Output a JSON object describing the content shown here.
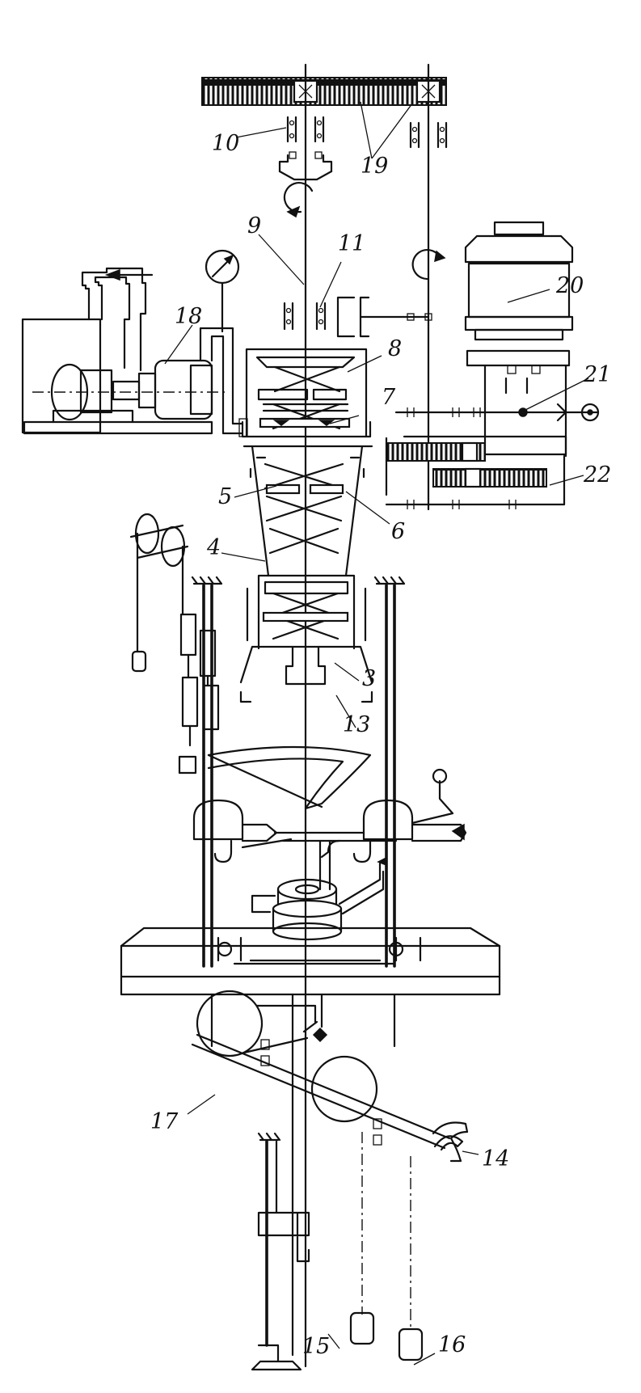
{
  "labels": {
    "l3": "3",
    "l4": "4",
    "l5": "5",
    "l6": "6",
    "l7": "7",
    "l8": "8",
    "l9": "9",
    "l10": "10",
    "l11": "11",
    "l13": "13",
    "l14": "14",
    "l15": "15",
    "l16": "16",
    "l17": "17",
    "l18": "18",
    "l19": "19",
    "l20": "20",
    "l21": "21",
    "l22": "22"
  }
}
